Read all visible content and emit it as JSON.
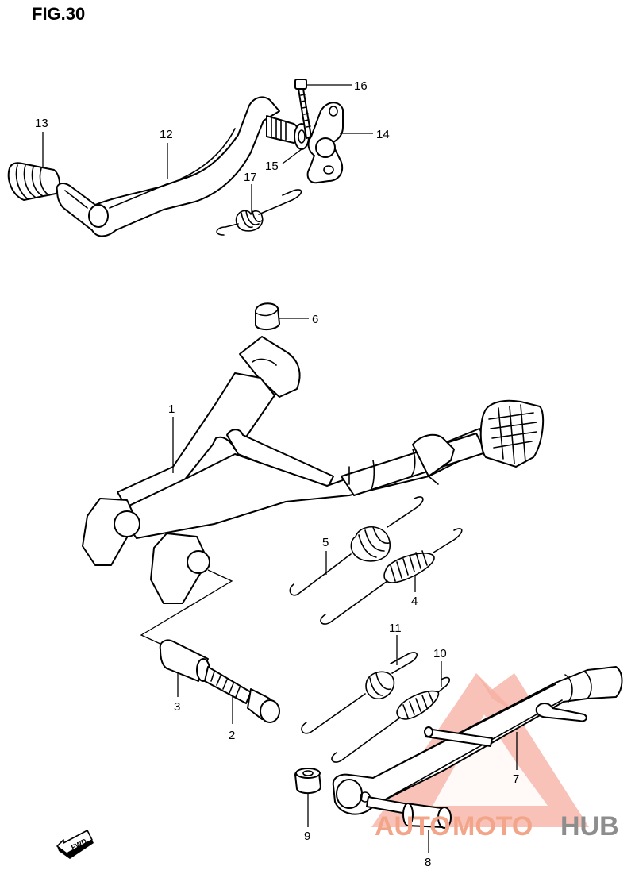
{
  "figure": {
    "title": "FIG.30"
  },
  "callouts": [
    {
      "id": "1",
      "label": "1"
    },
    {
      "id": "2",
      "label": "2"
    },
    {
      "id": "3",
      "label": "3"
    },
    {
      "id": "4",
      "label": "4"
    },
    {
      "id": "5",
      "label": "5"
    },
    {
      "id": "6",
      "label": "6"
    },
    {
      "id": "7",
      "label": "7"
    },
    {
      "id": "8",
      "label": "8"
    },
    {
      "id": "9",
      "label": "9"
    },
    {
      "id": "10",
      "label": "10"
    },
    {
      "id": "11",
      "label": "11"
    },
    {
      "id": "12",
      "label": "12"
    },
    {
      "id": "13",
      "label": "13"
    },
    {
      "id": "14",
      "label": "14"
    },
    {
      "id": "15",
      "label": "15"
    },
    {
      "id": "16",
      "label": "16"
    },
    {
      "id": "17",
      "label": "17"
    }
  ],
  "direction": {
    "label": "FWD"
  },
  "watermark": {
    "part1": "AUTO",
    "part2": "MOTO",
    "part3": "HUB",
    "color_red": "#f3a58a",
    "color_gray": "#8d8d8d"
  }
}
